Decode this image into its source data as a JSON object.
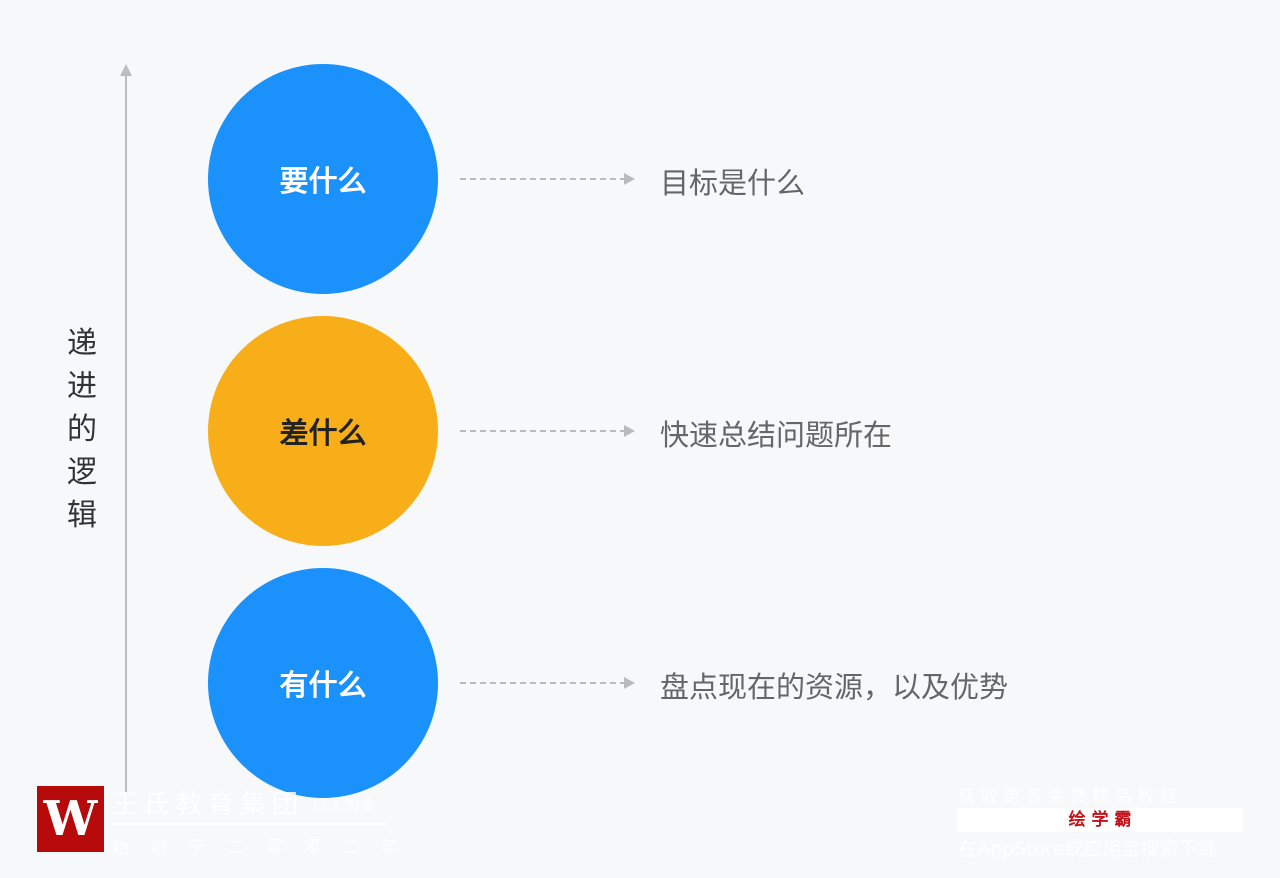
{
  "axis_label": "递进的逻辑",
  "items": [
    {
      "circle": "要什么",
      "desc": "目标是什么",
      "color": "#1a91fb",
      "text_color": "#ffffff"
    },
    {
      "circle": "差什么",
      "desc": "快速总结问题所在",
      "color": "#f8ae19",
      "text_color": "#222222"
    },
    {
      "circle": "有什么",
      "desc": "盘点现在的资源，以及优势",
      "color": "#1a91fb",
      "text_color": "#ffffff"
    }
  ],
  "watermark_left": {
    "logo": "W",
    "title": "王氏教育集团",
    "slogan": "以人为本",
    "founded": "始 创 于 二 零 零 二 年"
  },
  "watermark_right": {
    "line1": "获 取 更 多 免 费 精 品 教 程",
    "brand": "绘 学 霸",
    "line3": "在AppStore或应用宝搜索下载"
  }
}
